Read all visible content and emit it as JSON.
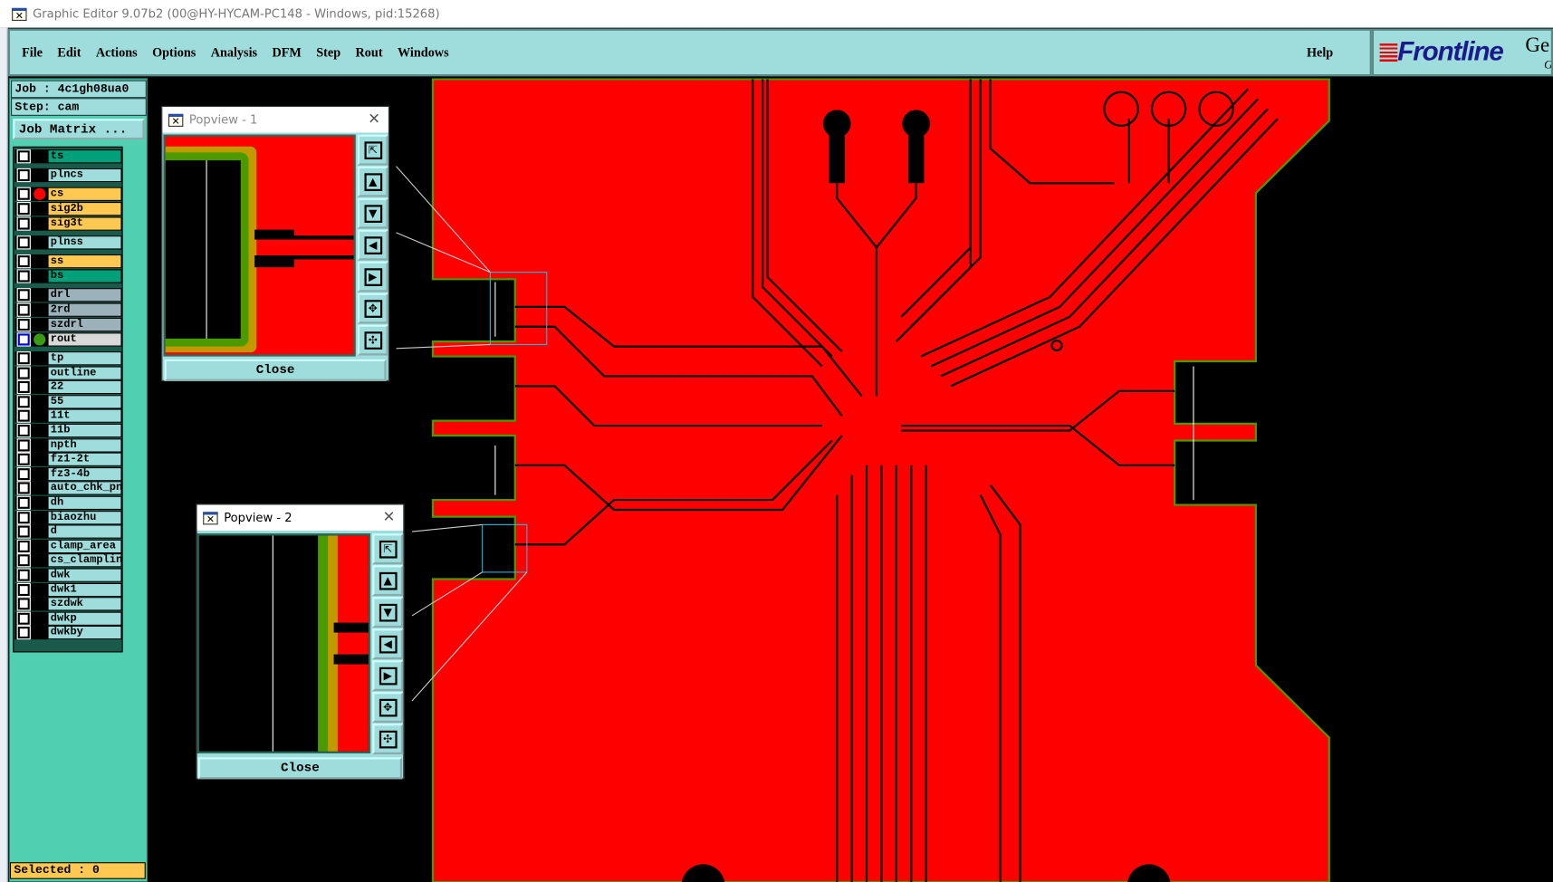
{
  "window": {
    "title": "Graphic Editor 9.07b2 (00@HY-HYCAM-PC148 - Windows, pid:15268)"
  },
  "menu": {
    "items": [
      "File",
      "Edit",
      "Actions",
      "Options",
      "Analysis",
      "DFM",
      "Step",
      "Rout",
      "Windows"
    ],
    "help": "Help"
  },
  "logo": {
    "brand": "Frontline",
    "product": "Ge",
    "sub": "G"
  },
  "job": {
    "job_label": "Job : 4c1gh08ua0",
    "step_label": "Step: cam",
    "matrix_button": "Job Matrix ..."
  },
  "layers": [
    {
      "name": "ts",
      "color": "#00a07a",
      "group": 1
    },
    {
      "name": "plncs",
      "color": "#9fdcdc",
      "group": 2
    },
    {
      "name": "cs",
      "color": "#ffc850",
      "group": 3,
      "marker": "#ff0000"
    },
    {
      "name": "sig2b",
      "color": "#ffc850",
      "group": 3
    },
    {
      "name": "sig3t",
      "color": "#ffc850",
      "group": 3
    },
    {
      "name": "plnss",
      "color": "#9fdcdc",
      "group": 4
    },
    {
      "name": "ss",
      "color": "#ffc850",
      "group": 5
    },
    {
      "name": "bs",
      "color": "#00a07a",
      "group": 5
    },
    {
      "name": "drl",
      "color": "#9bb2ba",
      "group": 6
    },
    {
      "name": "2rd",
      "color": "#9bb2ba",
      "group": 6
    },
    {
      "name": "szdrl",
      "color": "#9bb2ba",
      "group": 6
    },
    {
      "name": "rout",
      "color": "#d8d8d8",
      "group": 6,
      "marker": "#3a9a10",
      "active": true
    },
    {
      "name": "tp",
      "color": "#9fdcdc",
      "group": 7
    },
    {
      "name": "outline",
      "color": "#9fdcdc",
      "group": 7
    },
    {
      "name": "22",
      "color": "#9fdcdc",
      "group": 7
    },
    {
      "name": "55",
      "color": "#9fdcdc",
      "group": 7
    },
    {
      "name": "11t",
      "color": "#9fdcdc",
      "group": 7
    },
    {
      "name": "11b",
      "color": "#9fdcdc",
      "group": 7
    },
    {
      "name": "npth",
      "color": "#9fdcdc",
      "group": 7
    },
    {
      "name": "fz1-2t",
      "color": "#9fdcdc",
      "group": 7
    },
    {
      "name": "fz3-4b",
      "color": "#9fdcdc",
      "group": 7
    },
    {
      "name": "auto_chk_pnl",
      "color": "#9fdcdc",
      "group": 7
    },
    {
      "name": "dh",
      "color": "#9fdcdc",
      "group": 7
    },
    {
      "name": "biaozhu",
      "color": "#9fdcdc",
      "group": 7
    },
    {
      "name": "d",
      "color": "#9fdcdc",
      "group": 7
    },
    {
      "name": "clamp_area",
      "color": "#9fdcdc",
      "group": 7
    },
    {
      "name": "cs_clampline",
      "color": "#9fdcdc",
      "group": 7
    },
    {
      "name": "dwk",
      "color": "#9fdcdc",
      "group": 7
    },
    {
      "name": "dwk1",
      "color": "#9fdcdc",
      "group": 7
    },
    {
      "name": "szdwk",
      "color": "#9fdcdc",
      "group": 7
    },
    {
      "name": "dwkp",
      "color": "#9fdcdc",
      "group": 7
    },
    {
      "name": "dwkby",
      "color": "#9fdcdc",
      "group": 7
    }
  ],
  "status": {
    "selected": "Selected : 0"
  },
  "popviews": [
    {
      "title": "Popview - 1",
      "close": "Close"
    },
    {
      "title": "Popview - 2",
      "close": "Close"
    }
  ],
  "colors": {
    "board": "#ff0000",
    "outline_green": "#4a9a00",
    "outline_gold": "#c09a00",
    "panel": "#50d0b0",
    "menu": "#9fdcdc"
  }
}
